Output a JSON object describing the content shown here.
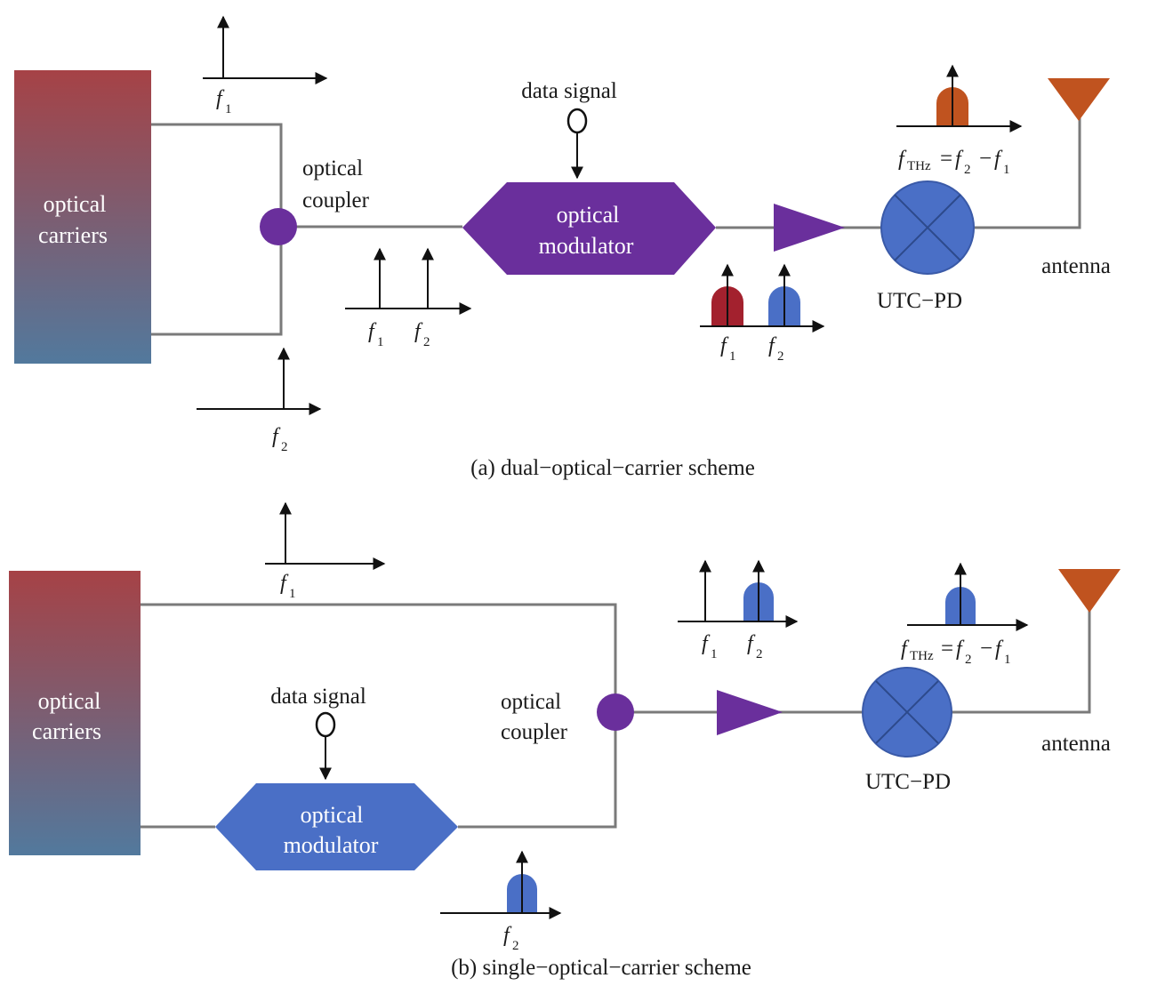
{
  "colors": {
    "purple": "#6a2f9c",
    "blue": "#4a6fc6",
    "red": "#a3212e",
    "orange": "#c0531f",
    "wire": "#7a7a7a",
    "carrier_top": "#a64246",
    "carrier_bottom": "#52799d"
  },
  "icons": {
    "antenna": "antenna-icon",
    "mixer": "photodiode-mixer-icon",
    "amplifier": "amplifier-triangle-icon",
    "coupler": "coupler-dot-icon"
  },
  "labels": {
    "f": "f",
    "f_thz": "THz",
    "sub1": "1",
    "sub2": "2",
    "equals": "=",
    "minus": "−"
  },
  "diagram_a": {
    "carriers_line1": "optical",
    "carriers_line2": "carriers",
    "coupler_line1": "optical",
    "coupler_line2": "coupler",
    "data_signal": "data signal",
    "modulator_line1": "optical",
    "modulator_line2": "modulator",
    "photodiode": "UTC−PD",
    "antenna": "antenna",
    "caption": "(a) dual−optical−carrier scheme"
  },
  "diagram_b": {
    "carriers_line1": "optical",
    "carriers_line2": "carriers",
    "coupler_line1": "optical",
    "coupler_line2": "coupler",
    "data_signal": "data signal",
    "modulator_line1": "optical",
    "modulator_line2": "modulator",
    "photodiode": "UTC−PD",
    "antenna": "antenna",
    "caption": "(b) single−optical−carrier scheme"
  }
}
